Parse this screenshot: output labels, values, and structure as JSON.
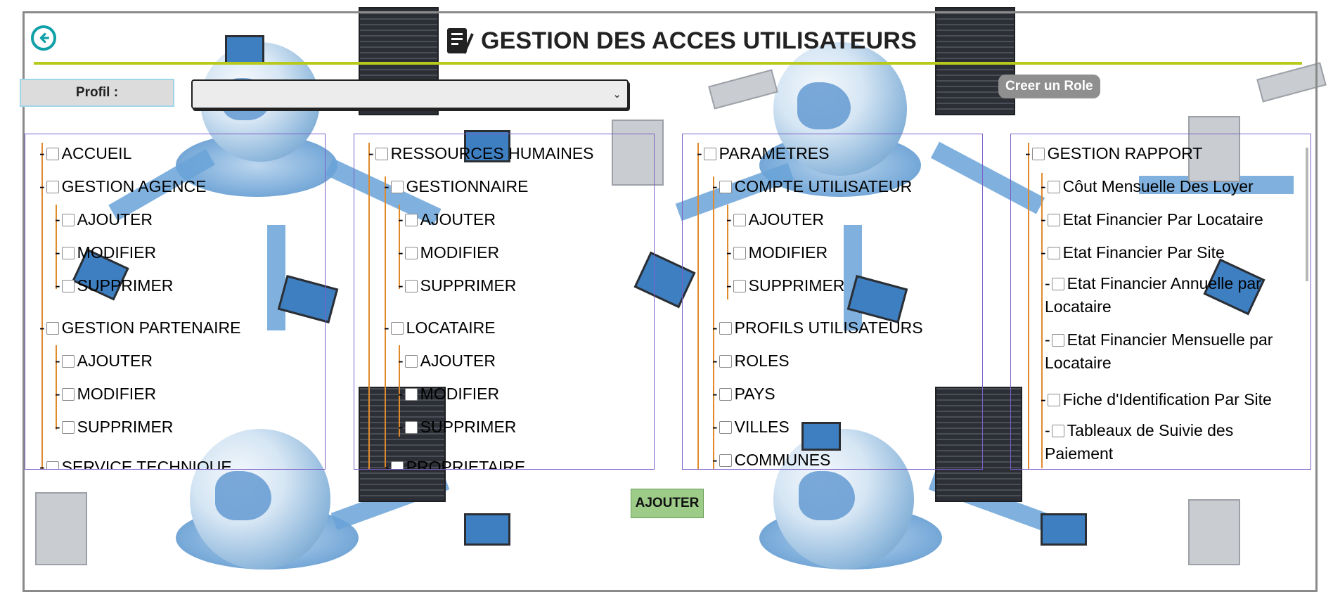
{
  "header": {
    "title": "GESTION DES ACCES UTILISATEURS"
  },
  "profil": {
    "label": "Profil :",
    "selected": ""
  },
  "creer_role_label": "Creer un Role",
  "submit_label": "AJOUTER",
  "colors": {
    "accent_rule": "#b7c91a",
    "tree_line": "#e08a2c",
    "panel_border": "#7b5fc9",
    "submit_bg": "#9ccc88",
    "back_icon": "#10a0a8"
  },
  "panels": [
    {
      "nodes": [
        "ACCUEIL",
        "GESTION AGENCE",
        "AJOUTER",
        "MODIFIER",
        "SUPPRIMER",
        "GESTION PARTENAIRE",
        "AJOUTER",
        "MODIFIER",
        "SUPPRIMER",
        "SERVICE TECHNIQUE"
      ]
    },
    {
      "nodes": [
        "RESSOURCES HUMAINES",
        "GESTIONNAIRE",
        "AJOUTER",
        "MODIFIER",
        "SUPPRIMER",
        "LOCATAIRE",
        "AJOUTER",
        "MODIFIER",
        "SUPPRIMER",
        "PROPRIETAIRE"
      ]
    },
    {
      "nodes": [
        "PARAMETRES",
        "COMPTE UTILISATEUR",
        "AJOUTER",
        "MODIFIER",
        "SUPPRIMER",
        "PROFILS UTILISATEURS",
        "ROLES",
        "PAYS",
        "VILLES",
        "COMMUNES"
      ]
    },
    {
      "nodes": [
        "GESTION RAPPORT",
        "Côut Mensuelle Des Loyer",
        "Etat Financier Par Locataire",
        "Etat Financier Par Site",
        "Etat Financier Annuelle par Locataire",
        "Etat Financier Mensuelle par Locataire",
        "Fiche d'Identification Par Site",
        "Tableaux de Suivie des Paiement"
      ]
    }
  ]
}
